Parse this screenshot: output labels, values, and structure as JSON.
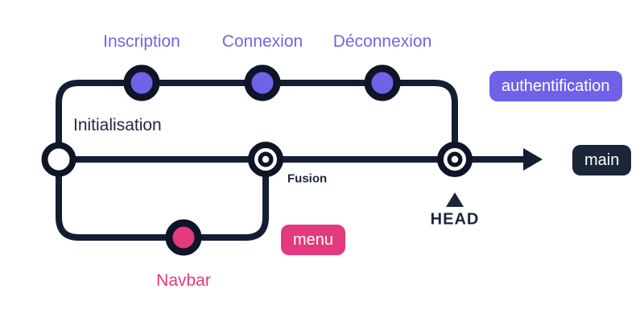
{
  "diagram": {
    "type": "git-branch-graph",
    "colors": {
      "branch_line": "#141e32",
      "dark_navy": "#1c2639",
      "purple": "#6f62e8",
      "purple_label": "#7165e6",
      "pink": "#e23a7d",
      "background": "#ffffff",
      "commit_ring": "#0d1526",
      "initial_commit_fill": "#ffffff"
    },
    "branches": [
      {
        "name": "authentification",
        "badge_label": "authentification",
        "commit_labels": [
          "Inscription",
          "Connexion",
          "Déconnexion"
        ]
      },
      {
        "name": "main",
        "badge_label": "main",
        "commit_labels": [
          "Initialisation",
          "Fusion"
        ],
        "head_label": "HEAD"
      },
      {
        "name": "menu",
        "badge_label": "menu",
        "commit_labels": [
          "Navbar"
        ]
      }
    ]
  }
}
